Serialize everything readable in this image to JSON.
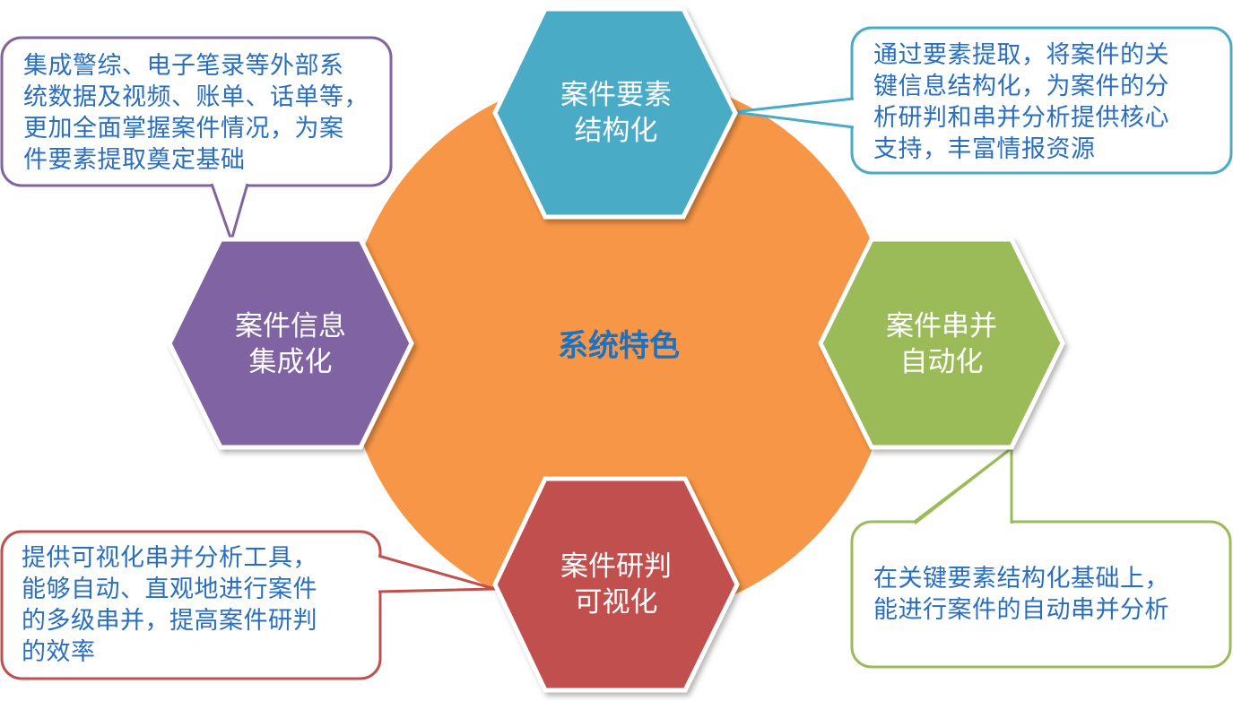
{
  "center": {
    "title": "系统特色"
  },
  "hexagons": [
    {
      "id": "top",
      "label": "案件要素\n结构化",
      "color": "#4aabc6"
    },
    {
      "id": "left",
      "label": "案件信息\n集成化",
      "color": "#8064a2"
    },
    {
      "id": "right",
      "label": "案件串并\n自动化",
      "color": "#9bbb59"
    },
    {
      "id": "bottom",
      "label": "案件研判\n可视化",
      "color": "#c0504d"
    }
  ],
  "callouts": {
    "top_left": {
      "text": "集成警综、电子笔录等外部系\n统数据及视频、账单、话单等，\n更加全面掌握案件情况，为案\n件要素提取奠定基础",
      "border": "#8064a2"
    },
    "top_right": {
      "text": "通过要素提取，将案件的关\n键信息结构化，为案件的分\n析研判和串并分析提供核心\n支持，丰富情报资源",
      "border": "#4aabc6"
    },
    "bottom_left": {
      "text": "提供可视化串并分析工具，\n能够自动、直观地进行案件\n的多级串并，提高案件研判\n的效率",
      "border": "#c0504d"
    },
    "bottom_right": {
      "text": "在关键要素结构化基础上，\n能进行案件的自动串并分析",
      "border": "#9bbb59"
    }
  },
  "colors": {
    "circle": "#f79646",
    "center_text": "#1a72c2",
    "callout_text": "#2a6fbd"
  }
}
